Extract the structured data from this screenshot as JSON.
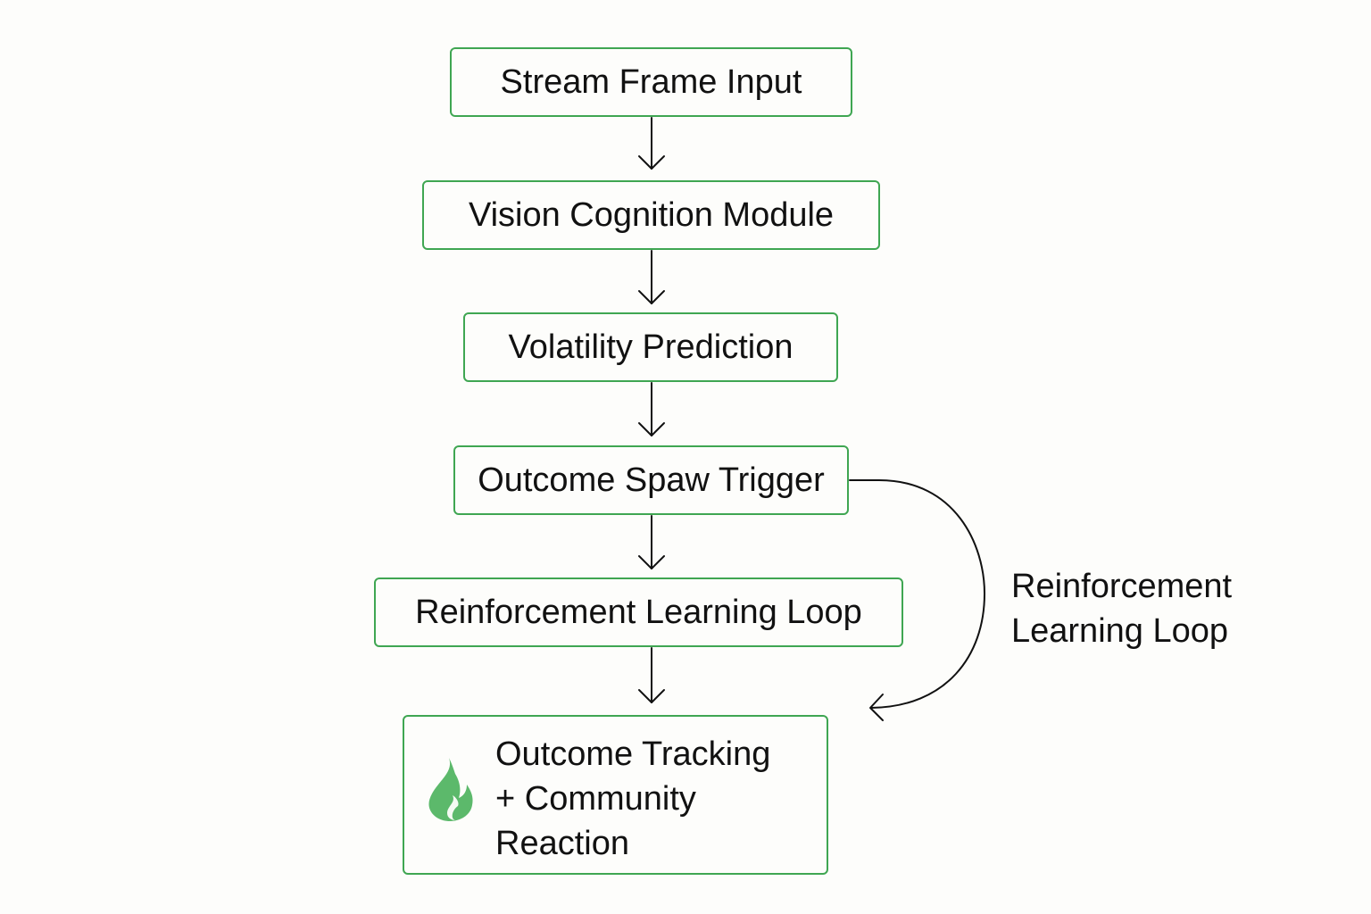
{
  "diagram": {
    "nodes": [
      {
        "id": "n1",
        "label": "Stream Frame Input"
      },
      {
        "id": "n2",
        "label": "Vision Cognition Module"
      },
      {
        "id": "n3",
        "label": "Volatility Prediction"
      },
      {
        "id": "n4",
        "label": "Outcome Spaw Trigger"
      },
      {
        "id": "n5",
        "label": "Reinforcement Learning Loop"
      },
      {
        "id": "n6",
        "label_lines": [
          "Outcome Tracking",
          "+ Community",
          "Reaction"
        ],
        "icon": "flame-icon"
      }
    ],
    "edges": [
      {
        "from": "n1",
        "to": "n2"
      },
      {
        "from": "n2",
        "to": "n3"
      },
      {
        "from": "n3",
        "to": "n4"
      },
      {
        "from": "n4",
        "to": "n5"
      },
      {
        "from": "n5",
        "to": "n6"
      },
      {
        "from": "n4",
        "to": "n6",
        "style": "curved"
      }
    ],
    "loop_label_lines": [
      "Reinforcement",
      "Learning Loop"
    ],
    "colors": {
      "node_border": "#3fa652",
      "icon": "#5cb96b",
      "arrow": "#111111",
      "background": "#fdfdfb"
    }
  }
}
